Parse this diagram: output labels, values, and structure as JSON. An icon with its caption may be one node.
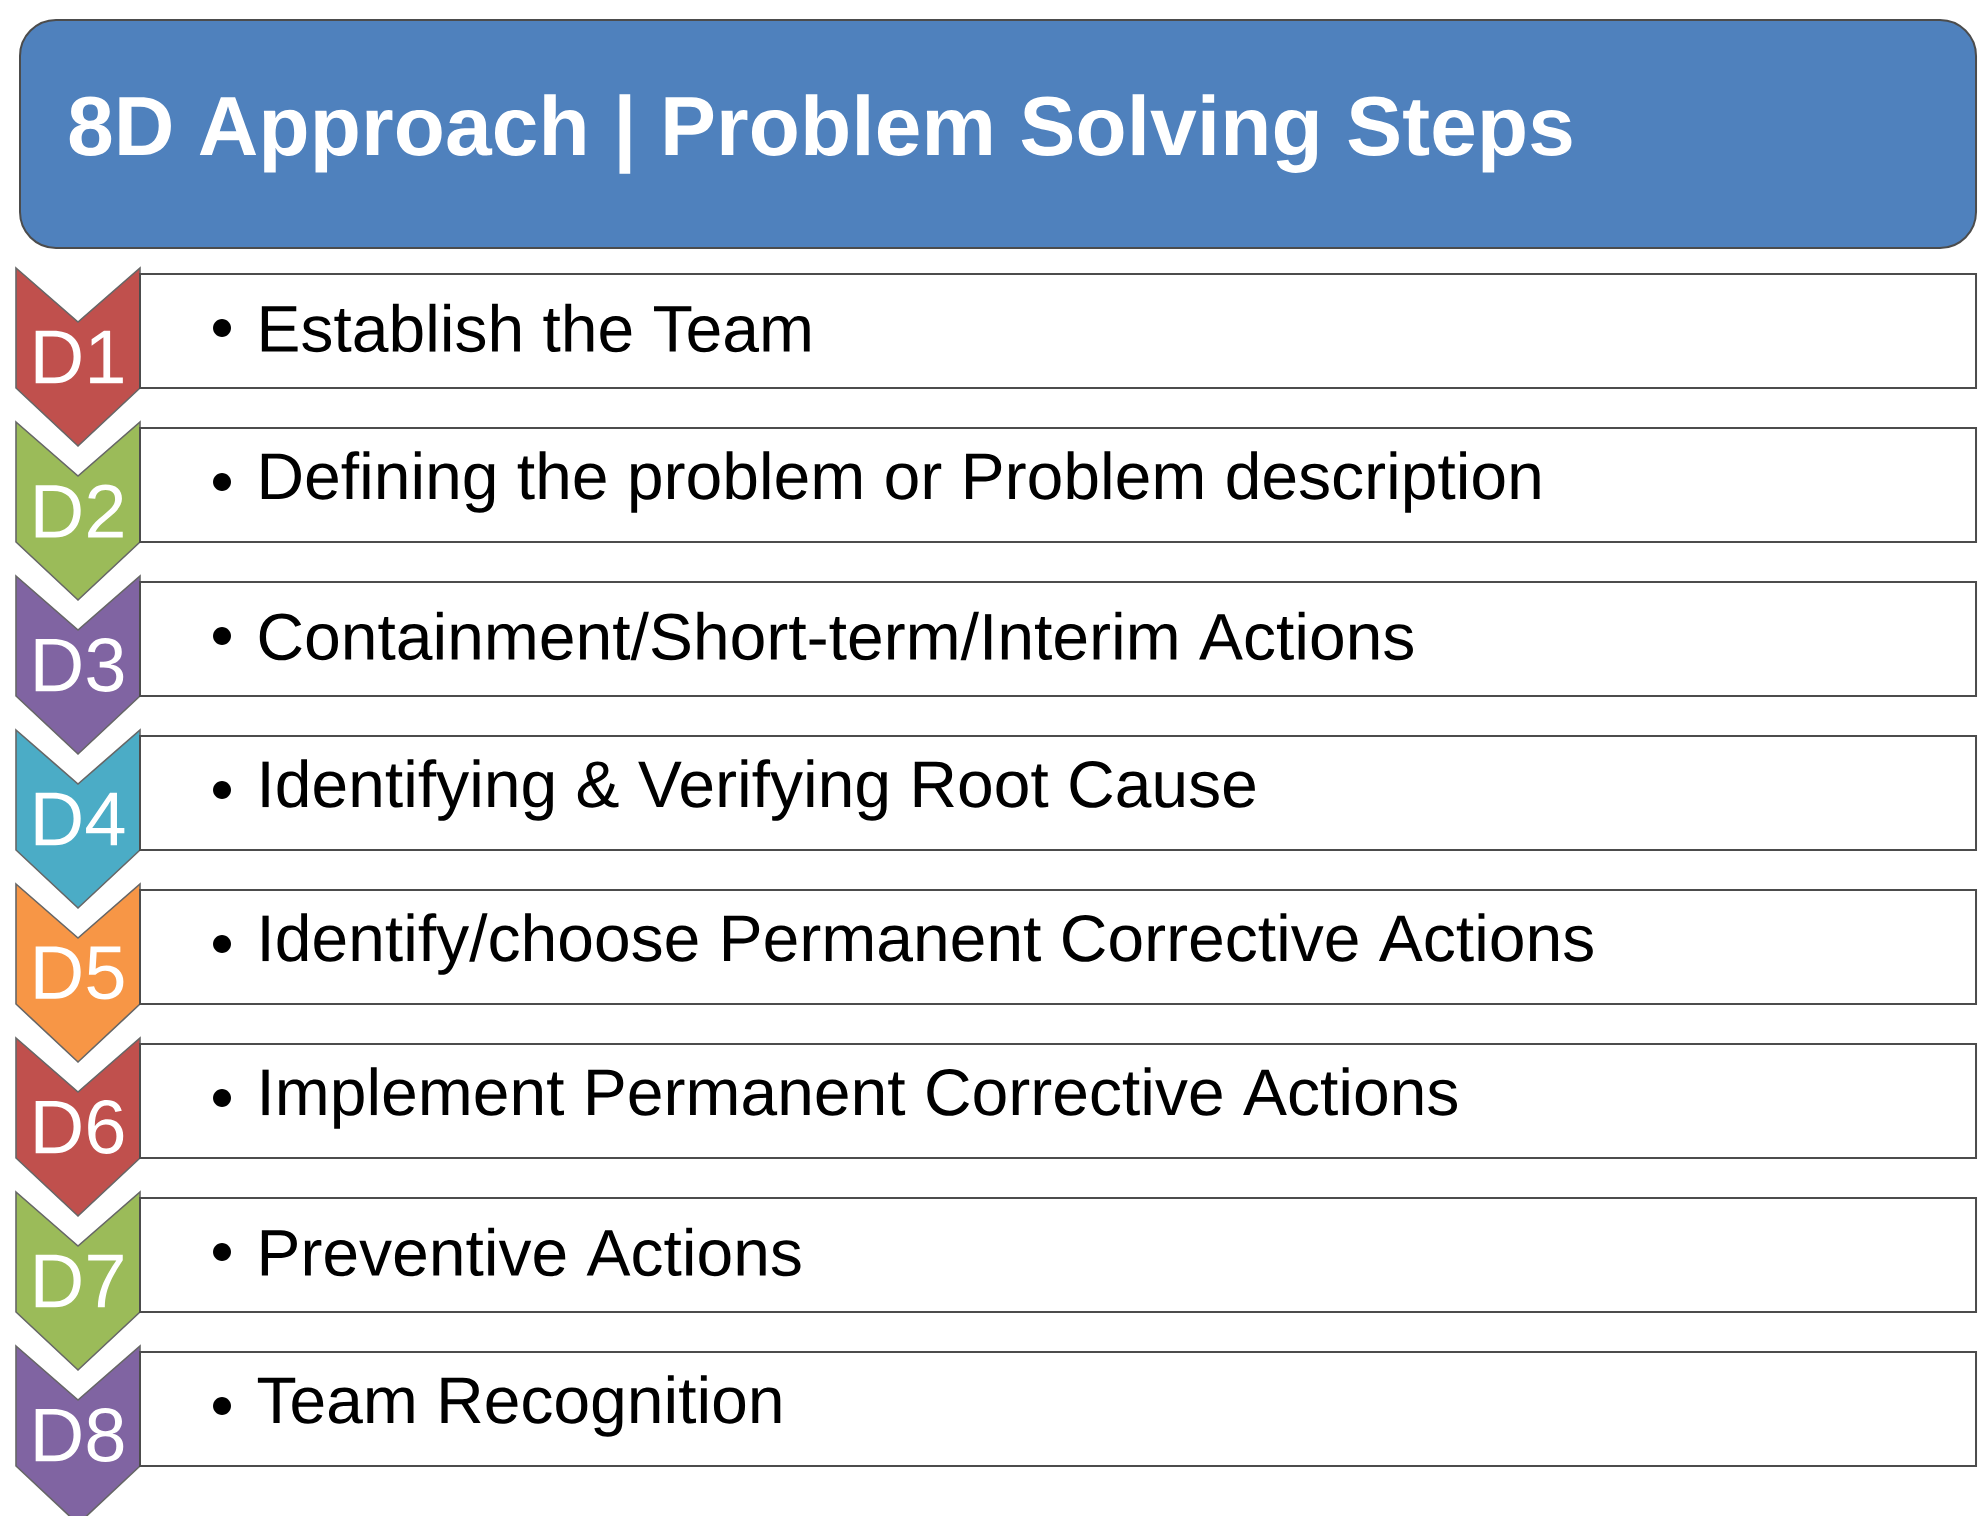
{
  "diagram": {
    "title": "8D Approach | Problem Solving Steps",
    "nodes": [
      {
        "text": [
          "D1"
        ]
      },
      {
        "text": [
          "Establish the Team"
        ]
      },
      {
        "text": [
          "D2"
        ]
      },
      {
        "text": [
          "Defining the problem or Problem description"
        ]
      },
      {
        "text": [
          "D3"
        ]
      },
      {
        "text": [
          "Containment/Short-term/Interim Actions"
        ]
      },
      {
        "text": [
          "D4"
        ]
      },
      {
        "text": [
          "Identifying & Verifying Root Cause"
        ]
      },
      {
        "text": [
          "D5"
        ]
      },
      {
        "text": [
          "Identify/choose Permanent Corrective Actions"
        ]
      },
      {
        "text": [
          "D6"
        ]
      },
      {
        "text": [
          "Implement Permanent Corrective Actions"
        ]
      },
      {
        "text": [
          "D7"
        ]
      },
      {
        "text": [
          "Preventive Actions"
        ]
      },
      {
        "text": [
          "D8"
        ]
      },
      {
        "text": [
          "Team Recognition"
        ]
      }
    ]
  }
}
